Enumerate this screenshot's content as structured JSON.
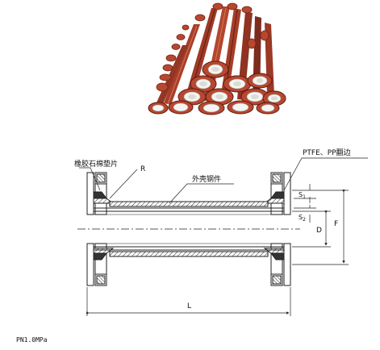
{
  "labels": {
    "gasket": "橡胶石棉垫片",
    "radius": "R",
    "shell": "外壳钢件",
    "lining": "PTFE、PP翻边",
    "s1": "S",
    "s1_sub": "1",
    "s2": "S",
    "s2_sub": "2",
    "d": "D",
    "f": "F",
    "length": "L"
  },
  "footer": {
    "pressure": "PN1.0MPa"
  },
  "colors": {
    "pipe_red": "#b5432c",
    "pipe_dark": "#6e2418",
    "ptfe_white": "#f4f4f0",
    "line": "#222222"
  }
}
